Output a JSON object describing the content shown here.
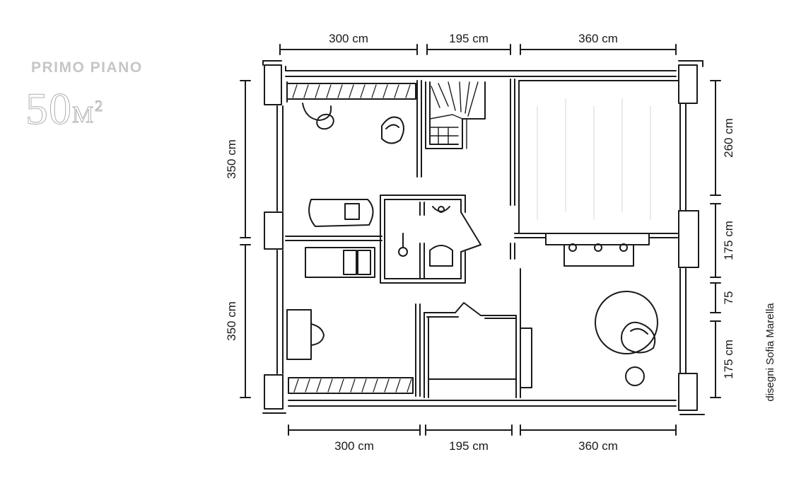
{
  "header": {
    "floor_label": "PRIMO PIANO",
    "area_value": "50",
    "area_unit": "M",
    "area_exponent": "2"
  },
  "dimensions": {
    "top": [
      "300 cm",
      "195 cm",
      "360 cm"
    ],
    "bottom": [
      "300 cm",
      "195 cm",
      "360 cm"
    ],
    "left": [
      "350 cm",
      "350 cm"
    ],
    "right": [
      "260 cm",
      "175 cm",
      "75",
      "175 cm"
    ]
  },
  "credit": "disegni Sofia Marella",
  "colors": {
    "ink": "#1a1a1a",
    "header_grey": "#c6c6c6"
  }
}
